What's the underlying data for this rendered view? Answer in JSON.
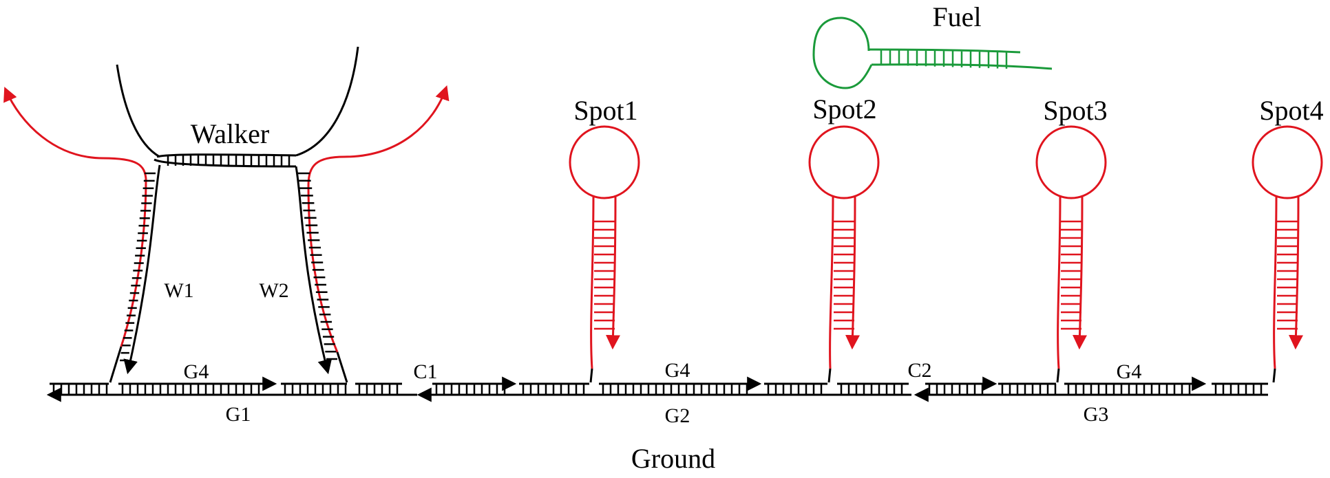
{
  "diagram": {
    "labels": {
      "fuel": "Fuel",
      "walker": "Walker",
      "spots": [
        "Spot1",
        "Spot2",
        "Spot3",
        "Spot4"
      ],
      "w1": "W1",
      "w2": "W2",
      "ground": "Ground",
      "strand_top": [
        "G4",
        "C1",
        "G4",
        "C2",
        "G4"
      ],
      "strand_bottom": [
        "G1",
        "G2",
        "G3"
      ]
    },
    "colors": {
      "strand": "#000000",
      "hairpin": "#e0141e",
      "fuel": "#1a9a3a",
      "walker_arm": "#e0141e"
    }
  }
}
